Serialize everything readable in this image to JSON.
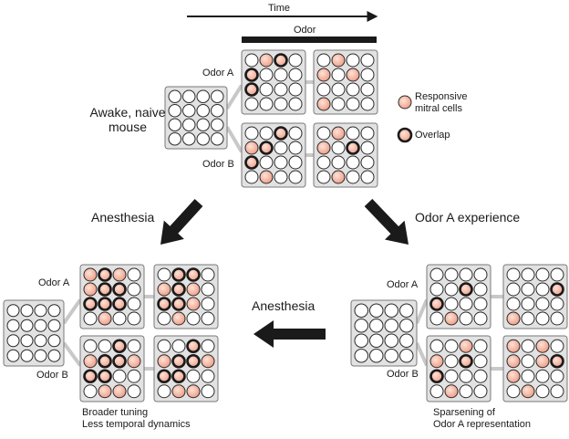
{
  "header": {
    "time_label": "Time",
    "odor_label": "Odor"
  },
  "legend": {
    "responsive_label_line1": "Responsive",
    "responsive_label_line2": "mitral cells",
    "overlap_label": "Overlap"
  },
  "colors": {
    "responsive_fill": "#f0a08a",
    "overlap_stroke": "#1a1a1a",
    "grid_bg": "#e2e2e2",
    "connector": "#c8c8c8",
    "arrow": "#1a1a1a"
  },
  "states": {
    "awake": {
      "title_line1": "Awake, naive",
      "title_line2": "mouse",
      "odor_a_label": "Odor A",
      "odor_b_label": "Odor B",
      "baseline": [
        "0000",
        "0000",
        "0000",
        "0000"
      ],
      "a1": [
        "0120",
        "2000",
        "2000",
        "0000"
      ],
      "a2": [
        "0100",
        "1010",
        "0000",
        "1000"
      ],
      "b1": [
        "0020",
        "1200",
        "2000",
        "0100"
      ],
      "b2": [
        "0100",
        "1020",
        "0000",
        "0100"
      ]
    },
    "anesthesia": {
      "caption_line1": "Broader tuning",
      "caption_line2": "Less temporal dynamics",
      "odor_a_label": "Odor A",
      "odor_b_label": "Odor B",
      "baseline": [
        "0000",
        "0000",
        "0000",
        "0000"
      ],
      "a1": [
        "1210",
        "1220",
        "2220",
        "0100"
      ],
      "a2": [
        "0220",
        "1210",
        "2210",
        "0100"
      ],
      "b1": [
        "0020",
        "1221",
        "2200",
        "0110"
      ],
      "b2": [
        "0020",
        "1221",
        "2200",
        "0110"
      ]
    },
    "experience": {
      "caption_line1": "Sparsening of",
      "caption_line2": "Odor A representation",
      "odor_a_label": "Odor A",
      "odor_b_label": "Odor B",
      "baseline": [
        "0000",
        "0000",
        "0000",
        "0000"
      ],
      "a1": [
        "0000",
        "0020",
        "2000",
        "0100"
      ],
      "a2": [
        "0000",
        "0002",
        "0000",
        "1000"
      ],
      "b1": [
        "0010",
        "1020",
        "2000",
        "0100"
      ],
      "b2": [
        "1010",
        "1012",
        "1000",
        "0100"
      ]
    }
  },
  "arrows": {
    "anesthesia_left_label": "Anesthesia",
    "experience_label": "Odor A experience",
    "anesthesia_middle_label": "Anesthesia"
  }
}
